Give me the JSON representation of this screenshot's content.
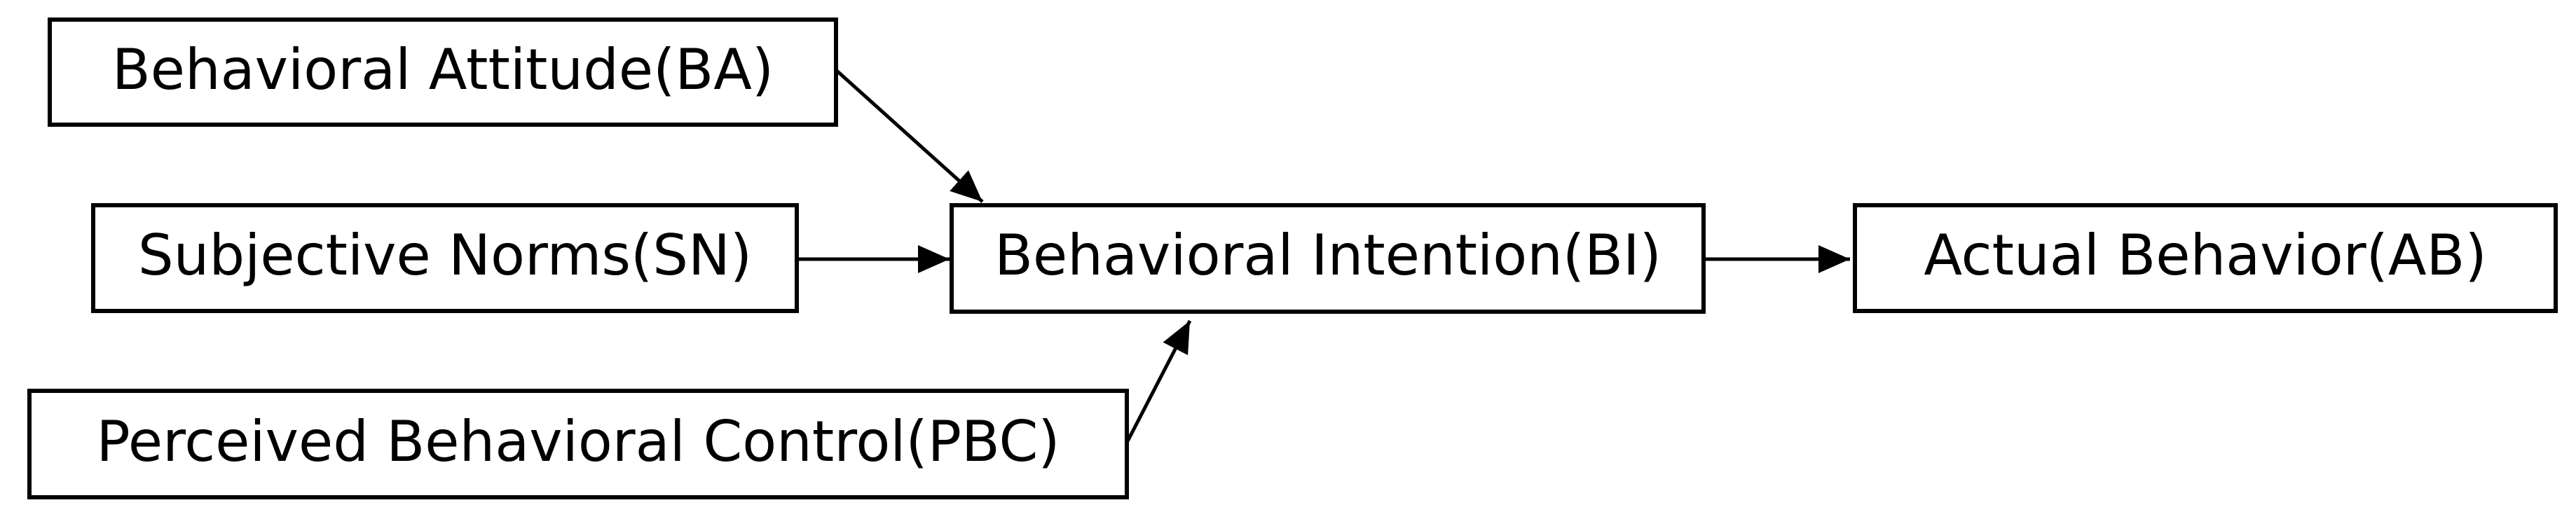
{
  "diagram": {
    "nodes": {
      "ba": {
        "label": "Behavioral Attitude(BA)"
      },
      "sn": {
        "label": "Subjective Norms(SN)"
      },
      "pbc": {
        "label": "Perceived Behavioral Control(PBC)"
      },
      "bi": {
        "label": "Behavioral Intention(BI)"
      },
      "ab": {
        "label": "Actual Behavior(AB)"
      }
    },
    "edges": [
      {
        "from": "ba",
        "to": "bi"
      },
      {
        "from": "sn",
        "to": "bi"
      },
      {
        "from": "pbc",
        "to": "bi"
      },
      {
        "from": "bi",
        "to": "ab"
      }
    ],
    "colors": {
      "stroke": "#000000",
      "background": "#ffffff"
    }
  }
}
